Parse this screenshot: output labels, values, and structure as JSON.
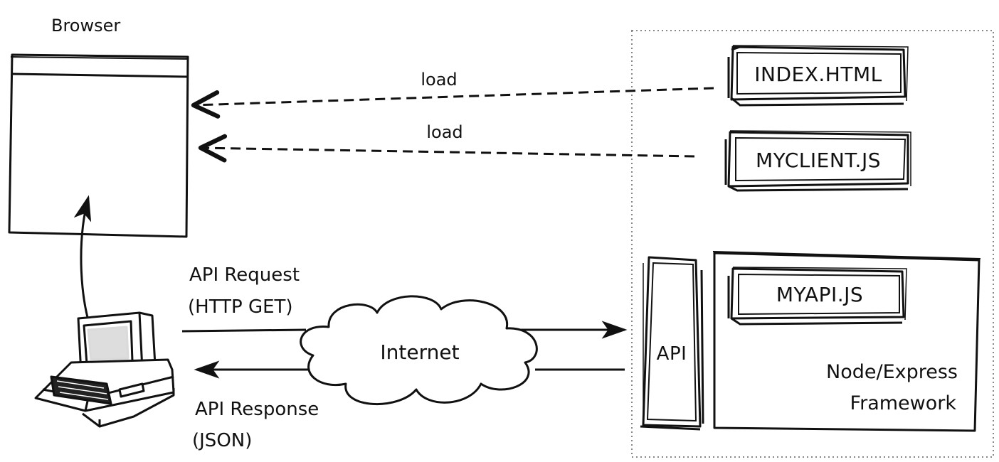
{
  "browser": {
    "title": "Browser"
  },
  "server_files": {
    "index_html": "INDEX.HTML",
    "myclient_js": "MYCLIENT.JS",
    "myapi_js": "MYAPI.JS"
  },
  "arrows": {
    "load_index": "load",
    "load_client": "load"
  },
  "api_request": {
    "line1": "API Request",
    "line2": "(HTTP GET)"
  },
  "api_response": {
    "line1": "API Response",
    "line2": "(JSON)"
  },
  "network": {
    "label": "Internet"
  },
  "api_box": {
    "label": "API"
  },
  "framework": {
    "line1": "Node/Express",
    "line2": "Framework"
  },
  "colors": {
    "ink": "#111111",
    "dotted_border": "#888888",
    "background": "#ffffff"
  }
}
